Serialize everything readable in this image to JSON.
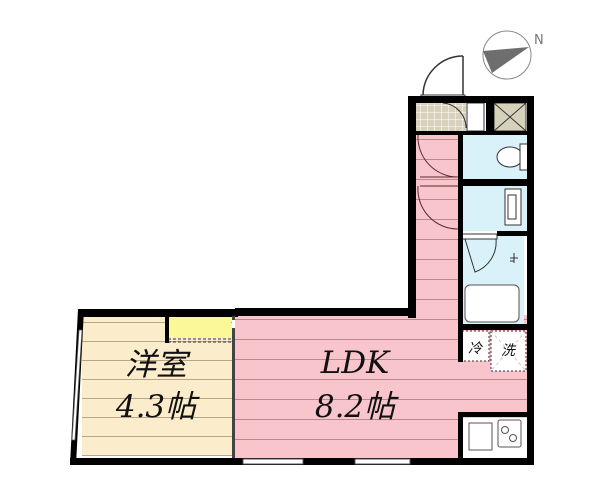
{
  "compass": {
    "north_label": "N"
  },
  "rooms": {
    "western_room": {
      "name": "洋室",
      "size": "4.3帖",
      "color": "#fbeccb"
    },
    "ldk": {
      "name": "LDK",
      "size": "8.2帖",
      "color": "#f9c5cc"
    },
    "bath_area_color": "#d9f1f8",
    "entrance_tile_color": "#cfc9b3",
    "closet_color": "#fbf89a",
    "wall_color": "#000000"
  },
  "fixtures": {
    "fridge_label": "冷",
    "washer_label": "洗"
  }
}
